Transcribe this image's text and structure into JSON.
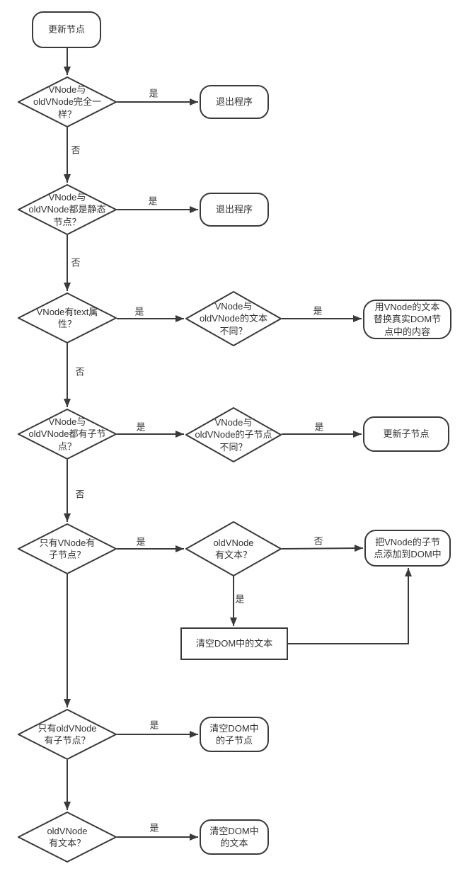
{
  "colors": {
    "stroke": "#3a3a3a",
    "text": "#333333",
    "background": "#ffffff"
  },
  "nodes": {
    "start": {
      "label": "更新节点"
    },
    "d1": {
      "label": "VNode与\noldVNode完全一\n样？"
    },
    "r1": {
      "label": "退出程序"
    },
    "d2": {
      "label": "VNode与\noldVNode都是静态\n节点？"
    },
    "r2": {
      "label": "退出程序"
    },
    "d3": {
      "label": "VNode有text属\n性？"
    },
    "d3b": {
      "label": "VNode与\noldVNode的文本\n不同？"
    },
    "r3": {
      "label": "用VNode的文本\n替换真实DOM节\n点中的内容"
    },
    "d4": {
      "label": "VNode与\noldVNode都有子节\n点？"
    },
    "d4b": {
      "label": "VNode与\noldVNode的子节点\n不同？"
    },
    "r4": {
      "label": "更新子节点"
    },
    "d5": {
      "label": "只有VNode有\n子节点？"
    },
    "d5b": {
      "label": "oldVNode\n有文本？"
    },
    "r5": {
      "label": "把VNode的子节\n点添加到DOM中"
    },
    "rect6": {
      "label": "清空DOM中的文本"
    },
    "d6": {
      "label": "只有oldVNode\n有子节点？"
    },
    "r6": {
      "label": "清空DOM中\n的子节点"
    },
    "d7": {
      "label": "oldVNode\n有文本？"
    },
    "r7": {
      "label": "清空DOM中\n的文本"
    }
  },
  "edge_labels": {
    "yes": "是",
    "no": "否"
  }
}
